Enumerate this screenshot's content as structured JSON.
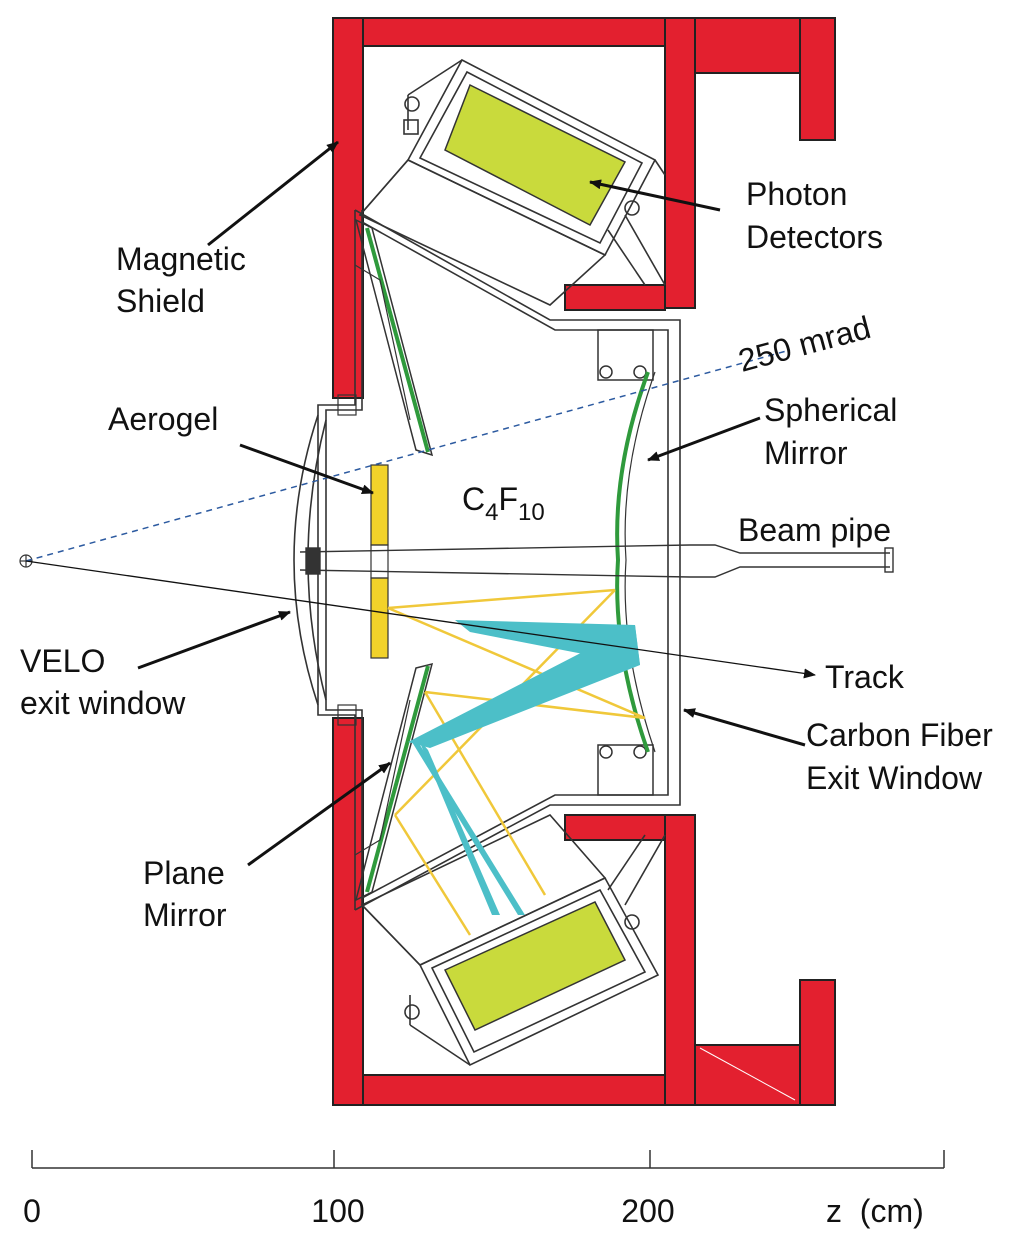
{
  "labels": {
    "magnetic_shield": [
      "Magnetic",
      "Shield"
    ],
    "photon_detectors": [
      "Photon",
      "Detectors"
    ],
    "mrad": "250 mrad",
    "aerogel": "Aerogel",
    "spherical_mirror": [
      "Spherical",
      "Mirror"
    ],
    "gas": {
      "base1": "C",
      "sub1": "4",
      "base2": "F",
      "sub2": "10"
    },
    "beam_pipe": "Beam pipe",
    "velo": [
      "VELO",
      "exit window"
    ],
    "track": "Track",
    "carbon_fiber": [
      "Carbon Fiber",
      "Exit Window"
    ],
    "plane_mirror": [
      "Plane",
      "Mirror"
    ]
  },
  "axis": {
    "ticks": [
      "0",
      "100",
      "200"
    ],
    "unit_label": "z  (cm)"
  },
  "colors": {
    "shield_red": "#e3202f",
    "detector_green": "#c9da3c",
    "aerogel_yellow": "#f2d22a",
    "photon_yellow": "#f0c83a",
    "cyan_photons": "#4cbfc8",
    "mirror_green": "#2f9a3c",
    "dashed_blue": "#2c5aa0"
  }
}
